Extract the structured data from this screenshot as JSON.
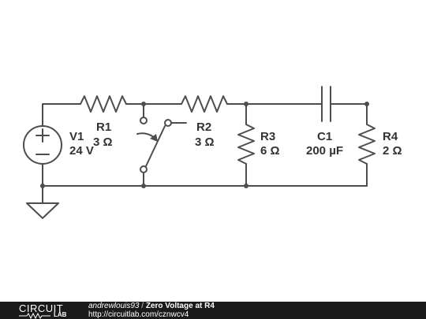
{
  "components": {
    "v1": {
      "name": "V1",
      "value": "24 V"
    },
    "r1": {
      "name": "R1",
      "value": "3 Ω"
    },
    "r2": {
      "name": "R2",
      "value": "3 Ω"
    },
    "r3": {
      "name": "R3",
      "value": "6 Ω"
    },
    "c1": {
      "name": "C1",
      "value": "200 µF"
    },
    "r4": {
      "name": "R4",
      "value": "2 Ω"
    }
  },
  "footer": {
    "logo_top": "CIRCUIT",
    "logo_bottom": "LAB",
    "author": "andrewlouis93",
    "separator": "/",
    "title": "Zero Voltage at R4",
    "url": "http://circuitlab.com/cznwcv4"
  },
  "colors": {
    "wire": "#4d4d4d",
    "label": "#333333",
    "footer_background": "#1a1a1a"
  }
}
